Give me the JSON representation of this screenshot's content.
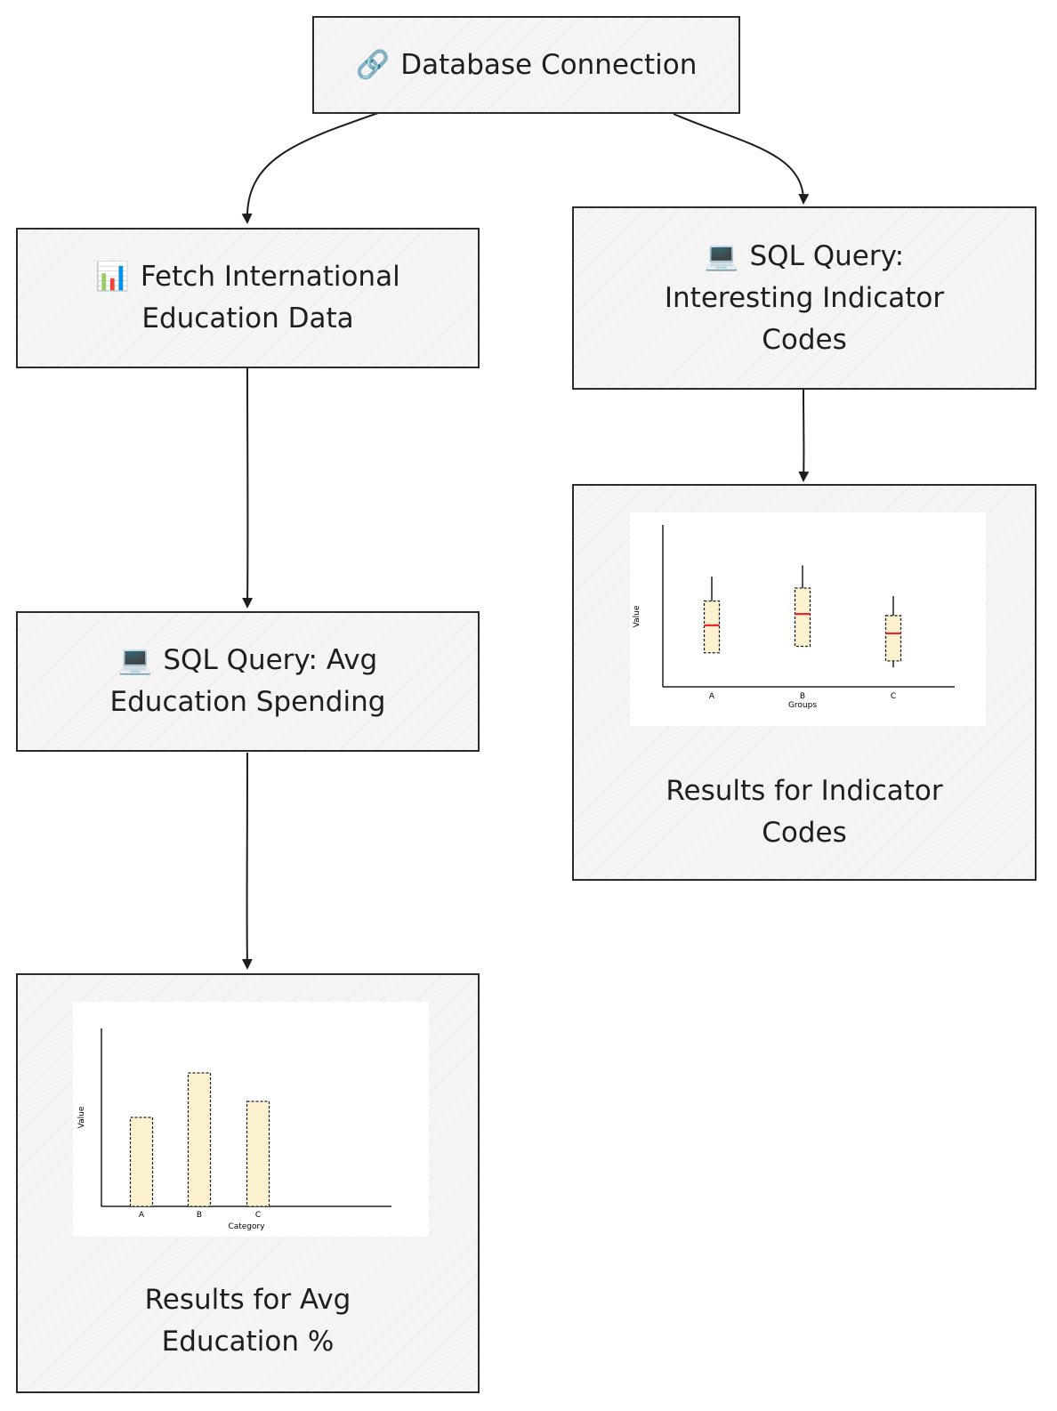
{
  "nodes": {
    "db": {
      "icon": "🔗",
      "icon_name": "link-icon",
      "label": "Database Connection"
    },
    "fetch": {
      "icon": "📊",
      "icon_name": "bar-chart-icon",
      "line1": "Fetch International",
      "line2": "Education Data"
    },
    "sql_avg": {
      "icon": "💻",
      "icon_name": "laptop-icon",
      "line1": "SQL Query: Avg",
      "line2": "Education Spending"
    },
    "sql_ind": {
      "icon": "💻",
      "icon_name": "laptop-icon",
      "line1": "SQL Query:",
      "line2": "Interesting Indicator",
      "line3": "Codes"
    },
    "res_avg": {
      "line1": "Results for Avg",
      "line2": "Education %"
    },
    "res_ind": {
      "line1": "Results for Indicator",
      "line2": "Codes"
    }
  },
  "colors": {
    "fill": "#fdf2d0",
    "median": "#e8262b",
    "stroke": "#1e1e1e"
  },
  "chart_data": [
    {
      "type": "bar",
      "categories": [
        "A",
        "B",
        "C"
      ],
      "values": [
        5,
        7.5,
        5.9
      ],
      "xlabel": "Category",
      "ylabel": "Value",
      "ylim": [
        0,
        10
      ]
    },
    {
      "type": "box",
      "categories": [
        "A",
        "B",
        "C"
      ],
      "boxes": [
        {
          "whisker_low": 2.1,
          "q1": 2.1,
          "median": 3.8,
          "q3": 5.3,
          "whisker_high": 6.8
        },
        {
          "whisker_low": 2.5,
          "q1": 2.5,
          "median": 4.5,
          "q3": 6.1,
          "whisker_high": 7.5
        },
        {
          "whisker_low": 1.2,
          "q1": 1.6,
          "median": 3.3,
          "q3": 4.4,
          "whisker_high": 5.6
        }
      ],
      "xlabel": "Groups",
      "ylabel": "Value",
      "ylim": [
        0,
        10
      ]
    }
  ]
}
